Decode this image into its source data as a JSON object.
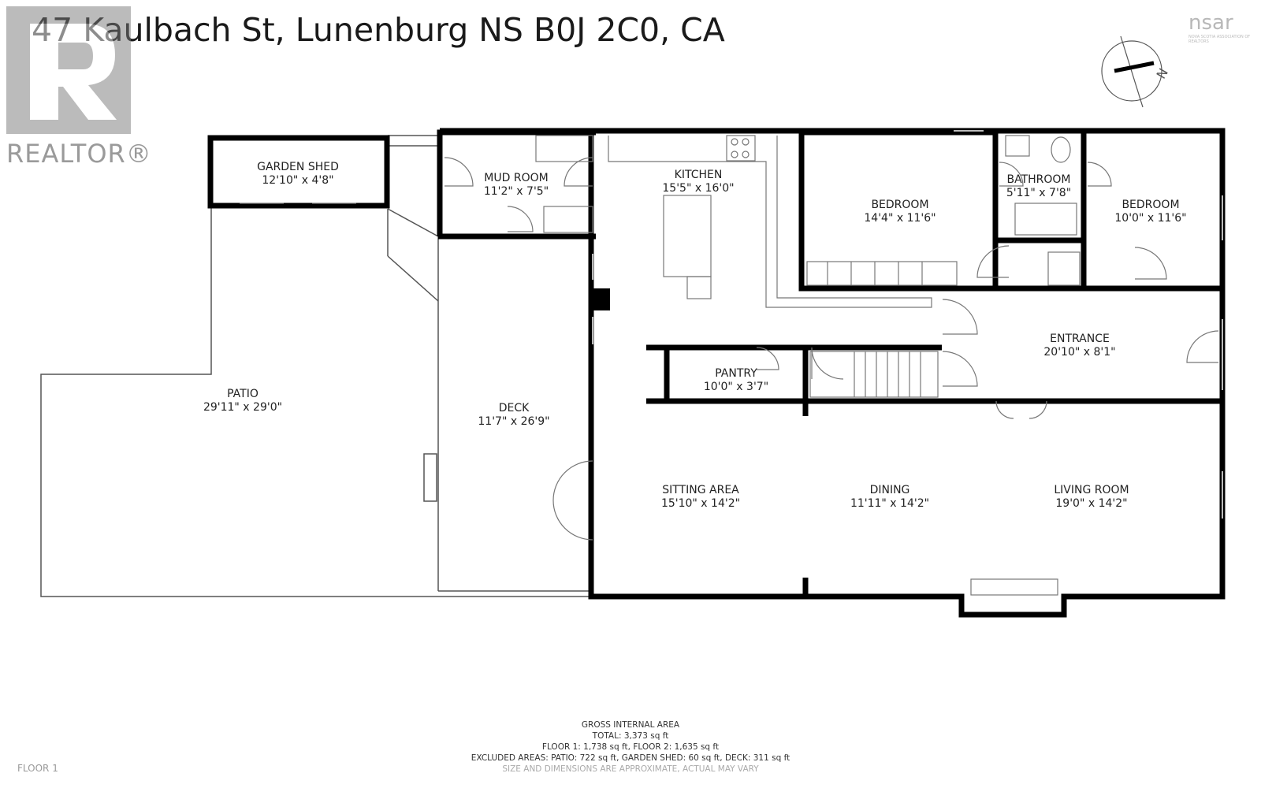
{
  "header": {
    "address": "47 Kaulbach St, Lunenburg NS B0J 2C0, CA"
  },
  "logos": {
    "realtor_word": "REALTOR®",
    "realtor_icon": "realtor-r-icon",
    "nsar_word": "nsar",
    "nsar_tagline": "NOVA SCOTIA ASSOCIATION OF REALTORS"
  },
  "compass": {
    "icon": "compass-icon",
    "north_label": "N"
  },
  "rooms": {
    "garden_shed": {
      "name": "GARDEN SHED",
      "dims": "12'10\" x 4'8\""
    },
    "mud_room": {
      "name": "MUD ROOM",
      "dims": "11'2\" x 7'5\""
    },
    "kitchen": {
      "name": "KITCHEN",
      "dims": "15'5\" x 16'0\""
    },
    "bedroom_1": {
      "name": "BEDROOM",
      "dims": "14'4\" x 11'6\""
    },
    "bathroom": {
      "name": "BATHROOM",
      "dims": "5'11\" x 7'8\""
    },
    "bedroom_2": {
      "name": "BEDROOM",
      "dims": "10'0\" x 11'6\""
    },
    "entrance": {
      "name": "ENTRANCE",
      "dims": "20'10\" x 8'1\""
    },
    "pantry": {
      "name": "PANTRY",
      "dims": "10'0\" x 3'7\""
    },
    "patio": {
      "name": "PATIO",
      "dims": "29'11\" x 29'0\""
    },
    "deck": {
      "name": "DECK",
      "dims": "11'7\" x 26'9\""
    },
    "sitting_area": {
      "name": "SITTING AREA",
      "dims": "15'10\" x 14'2\""
    },
    "dining": {
      "name": "DINING",
      "dims": "11'11\" x 14'2\""
    },
    "living_room": {
      "name": "LIVING ROOM",
      "dims": "19'0\" x 14'2\""
    }
  },
  "summary": {
    "heading": "GROSS INTERNAL AREA",
    "total": "TOTAL: 3,373 sq ft",
    "floors": "FLOOR 1: 1,738 sq ft, FLOOR 2: 1,635 sq ft",
    "excluded": "EXCLUDED AREAS: PATIO: 722 sq ft, GARDEN SHED: 60 sq ft, DECK: 311 sq ft",
    "disclaimer": "SIZE AND DIMENSIONS ARE APPROXIMATE, ACTUAL MAY VARY"
  },
  "floor_label": "FLOOR 1",
  "colors": {
    "wall": "#000000",
    "outline": "#555555",
    "fixture": "#888888",
    "logo_gray": "#9a9a9a"
  }
}
